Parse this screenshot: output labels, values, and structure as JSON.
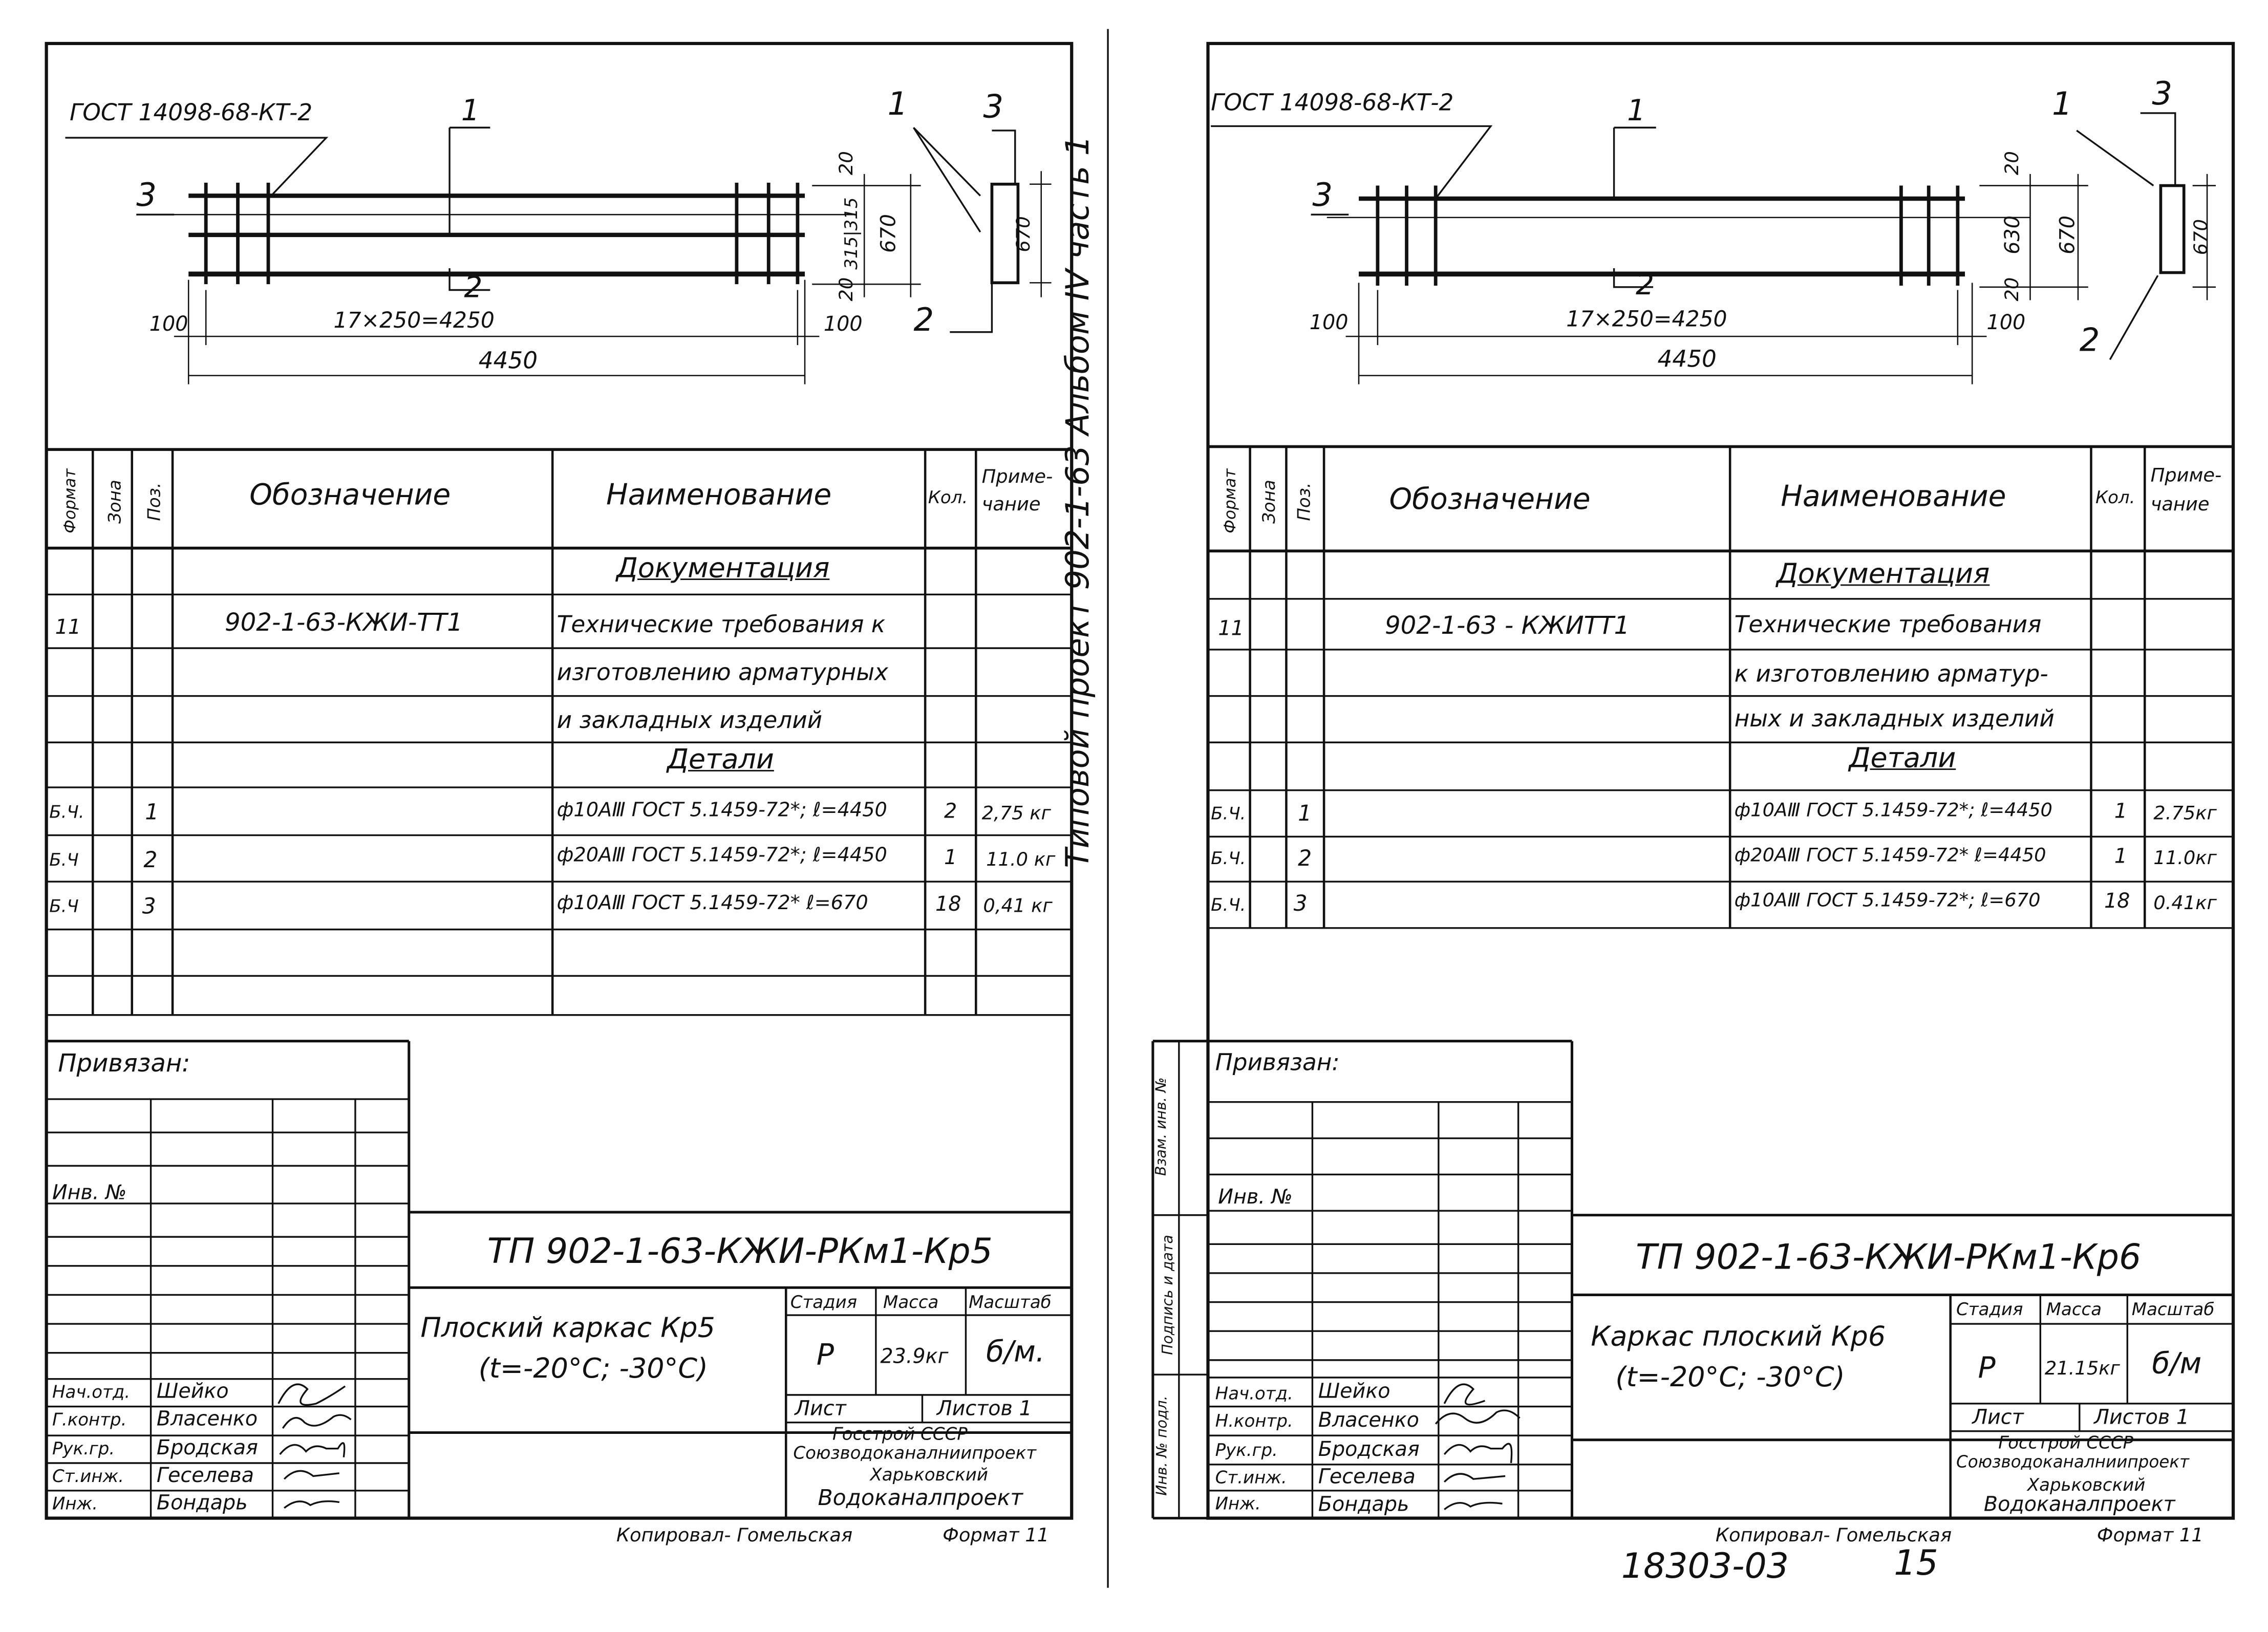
{
  "sheets": [
    {
      "drawing": {
        "weld_label": "ГОСТ 14098-68-КТ-2",
        "callout_1": "1",
        "callout_2": "2",
        "callout_3": "3",
        "section_callout_1": "1",
        "section_callout_2": "2",
        "section_callout_3": "3",
        "dim_20_top": "20",
        "dim_315": "315|315",
        "dim_670": "670",
        "dim_20_bot": "20",
        "dim_100_left": "100",
        "dim_100_right": "100",
        "dim_pitch": "17×250=4250",
        "dim_total": "4450",
        "dim_section_670": "670"
      },
      "table": {
        "headers": {
          "format": "Формат",
          "zone": "Зона",
          "pos": "Поз.",
          "designation": "Обозначение",
          "name": "Наименование",
          "qty": "Кол.",
          "note1": "Приме-",
          "note2": "чание"
        },
        "section_docs": "Документация",
        "doc_format": "11",
        "doc_designation": "902-1-63-КЖИ-ТТ1",
        "doc_name": [
          "Технические требования к",
          "изготовлению арматурных",
          "и закладных изделий"
        ],
        "section_parts": "Детали",
        "parts": [
          {
            "format": "Б.Ч.",
            "pos": "1",
            "name": "ф10АⅢ ГОСТ 5.1459-72*; ℓ=4450",
            "qty": "2",
            "note": "2,75 кг"
          },
          {
            "format": "Б.Ч",
            "pos": "2",
            "name": "ф20АⅢ ГОСТ 5.1459-72*; ℓ=4450",
            "qty": "1",
            "note": "11.0 кг"
          },
          {
            "format": "Б.Ч",
            "pos": "3",
            "name": "ф10АⅢ ГОСТ 5.1459-72* ℓ=670",
            "qty": "18",
            "note": "0,41 кг"
          }
        ]
      },
      "stamp": {
        "bound": "Привязан:",
        "inv": "Инв. №",
        "code": "ТП 902-1-63-КЖИ-РКм1-Кр5",
        "title1": "Плоский каркас Кр5",
        "title2": "(t=-20°С; -30°С)",
        "stage_label": "Стадия",
        "mass_label": "Масса",
        "scale_label": "Масштаб",
        "stage": "Р",
        "mass": "23.9кг",
        "scale": "б/м.",
        "sheet_label": "Лист",
        "sheets_label": "Листов 1",
        "org": [
          "Госстрой  СССР",
          "Союзводоканалниипроект",
          "Харьковский",
          "Водоканалпроект"
        ],
        "roles": [
          "Нач.отд.",
          "Г.контр.",
          "Рук.гр.",
          "Ст.инж.",
          "Инж."
        ],
        "names": [
          "Шейко",
          "Власенко",
          "Бродская",
          "Геселева",
          "Бондарь"
        ]
      },
      "footer": {
        "copied": "Копировал- Гомельская",
        "format": "Формат 11"
      }
    },
    {
      "drawing": {
        "weld_label": "ГОСТ 14098-68-КТ-2",
        "callout_1": "1",
        "callout_2": "2",
        "callout_3": "3",
        "section_callout_1": "1",
        "section_callout_2": "2",
        "section_callout_3": "3",
        "dim_20_top": "20",
        "dim_630": "630",
        "dim_670": "670",
        "dim_20_bot": "20",
        "dim_100_left": "100",
        "dim_100_right": "100",
        "dim_pitch": "17×250=4250",
        "dim_total": "4450",
        "dim_section_670": "670"
      },
      "table": {
        "headers": {
          "format": "Формат",
          "zone": "Зона",
          "pos": "Поз.",
          "designation": "Обозначение",
          "name": "Наименование",
          "qty": "Кол.",
          "note1": "Приме-",
          "note2": "чание"
        },
        "section_docs": "Документация",
        "doc_format": "11",
        "doc_designation": "902-1-63 - КЖИТТ1",
        "doc_name": [
          "Технические требования",
          "к изготовлению арматур-",
          "ных и закладных изделий"
        ],
        "section_parts": "Детали",
        "parts": [
          {
            "format": "Б.Ч.",
            "pos": "1",
            "name": "ф10АⅢ ГОСТ 5.1459-72*; ℓ=4450",
            "qty": "1",
            "note": "2.75кг"
          },
          {
            "format": "Б.Ч.",
            "pos": "2",
            "name": "ф20АⅢ ГОСТ 5.1459-72* ℓ=4450",
            "qty": "1",
            "note": "11.0кг"
          },
          {
            "format": "Б.Ч.",
            "pos": "3",
            "name": "ф10АⅢ ГОСТ 5.1459-72*; ℓ=670",
            "qty": "18",
            "note": "0.41кг"
          }
        ]
      },
      "stamp": {
        "bound": "Привязан:",
        "inv": "Инв. №",
        "code": "ТП 902-1-63-КЖИ-РКм1-Кр6",
        "title1": "Каркас плоский Кр6",
        "title2": "(t=-20°С; -30°С)",
        "stage_label": "Стадия",
        "mass_label": "Масса",
        "scale_label": "Масштаб",
        "stage": "Р",
        "mass": "21.15кг",
        "scale": "б/м",
        "sheet_label": "Лист",
        "sheets_label": "Листов 1",
        "org": [
          "Госстрой  СССР",
          "Союзводоканалниипроект",
          "Харьковский",
          "Водоканалпроект"
        ],
        "roles": [
          "Нач.отд.",
          "Н.контр.",
          "Рук.гр.",
          "Ст.инж.",
          "Инж."
        ],
        "names": [
          "Шейко",
          "Власенко",
          "Бродская",
          "Геселева",
          "Бондарь"
        ],
        "side_labels": [
          "Инв. № подл.",
          "Подпись и дата",
          "Взам. инв. №"
        ]
      },
      "side_title": "Типовой проект  902-1-63  Альбом IV часть 1",
      "footer": {
        "copied": "Копировал- Гомельская",
        "format": "Формат 11",
        "number": "18303-03",
        "page": "15"
      }
    }
  ]
}
